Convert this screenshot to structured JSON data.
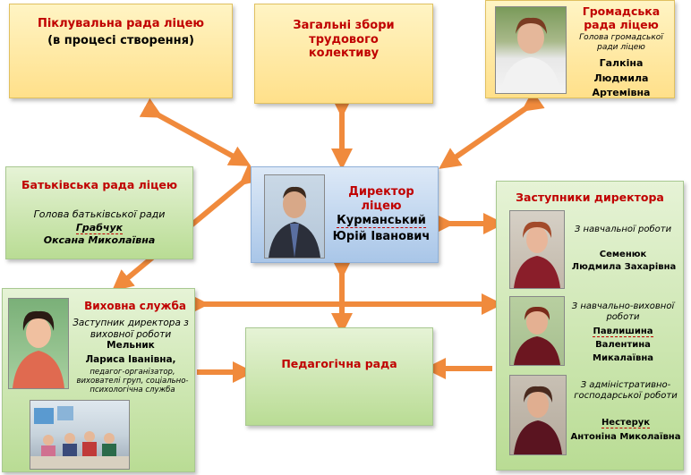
{
  "boards": {
    "trustees": {
      "title": "Піклувальна рада ліцею",
      "note": "(в процесі створення)"
    },
    "general_assembly": {
      "title": "Загальні збори трудового колективу"
    },
    "public_council": {
      "title": "Громадська рада ліцею",
      "role": "Голова громадської ради ліцею",
      "name": "Галкіна Людмила Артемівна"
    }
  },
  "parents_council": {
    "title": "Батьківська рада ліцею",
    "role": "Голова батьківської ради",
    "surname": "Грабчук",
    "name": "Оксана Миколаївна"
  },
  "director": {
    "title": "Директор ліцею",
    "surname": "Курманський",
    "name": "Юрій Іванович"
  },
  "deputies": {
    "title": "Заступники директора",
    "items": [
      {
        "role": "З навчальної роботи",
        "surname": "Семенюк",
        "name": "Людмила Захарівна"
      },
      {
        "role": "З навчально-виховної роботи",
        "surname": "Павлишина",
        "name": "Валентина Микалаївна"
      },
      {
        "role": "З адміністративно-господарської роботи",
        "surname": "Нестерук",
        "name": "Антоніна Миколаївна"
      }
    ]
  },
  "educational_service": {
    "title": "Виховна служба",
    "role": "Заступник директора з виховної роботи",
    "surname": "Мельник",
    "name": "Лариса Іванівна,",
    "staff": "педагог-організатор, вихователі груп, соціально-психологічна служба"
  },
  "pedagogical_council": {
    "title": "Педагогічна рада"
  },
  "colors": {
    "title_red": "#c00000",
    "arrow_orange": "#f08a3c"
  }
}
